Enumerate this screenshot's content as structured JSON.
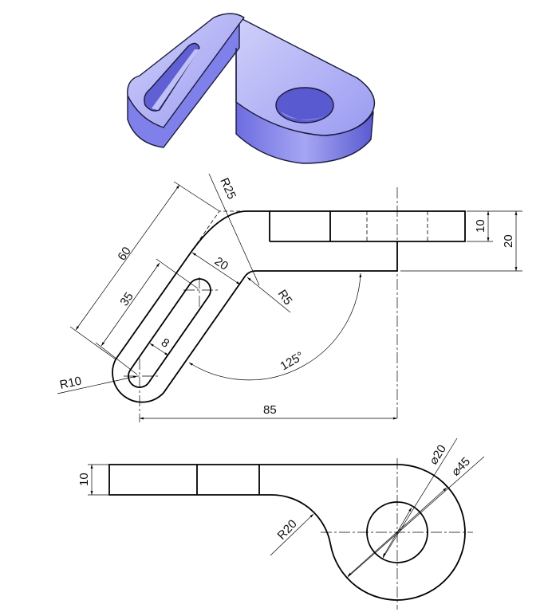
{
  "colors": {
    "model_light": "#c4c4f8",
    "model_mid": "#8f8ff0",
    "model_dark": "#5a5ad0",
    "line": "#000000"
  },
  "front_view": {
    "dims": {
      "r25": "R25",
      "d60": "60",
      "d35": "35",
      "d20_arm": "20",
      "r5": "R5",
      "d8": "8",
      "angle": "125°",
      "r10": "R10",
      "d85": "85",
      "d10": "10",
      "d20": "20"
    }
  },
  "top_view": {
    "dims": {
      "d10": "10",
      "r20": "R20",
      "dia20": "⌀20",
      "dia45": "⌀45"
    }
  }
}
